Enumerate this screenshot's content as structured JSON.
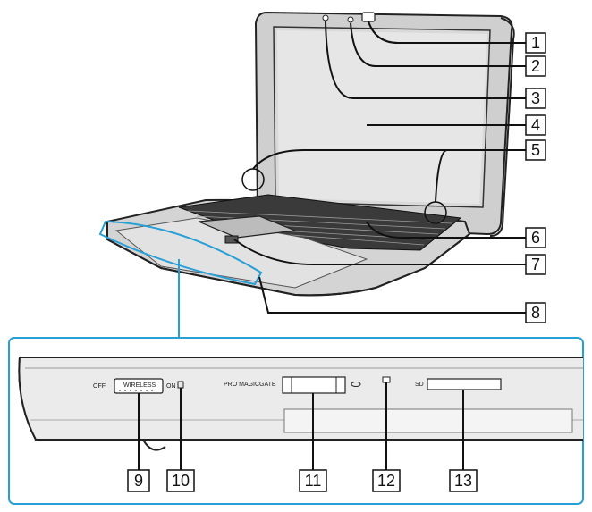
{
  "callouts": [
    "1",
    "2",
    "3",
    "4",
    "5",
    "6",
    "7",
    "8",
    "9",
    "10",
    "11",
    "12",
    "13"
  ],
  "side_panel": {
    "switch_off": "OFF",
    "switch_label": "WIRELESS",
    "switch_on": "ON",
    "slot_label": "PRO  MAGICGATE",
    "sd_label": "SD"
  }
}
